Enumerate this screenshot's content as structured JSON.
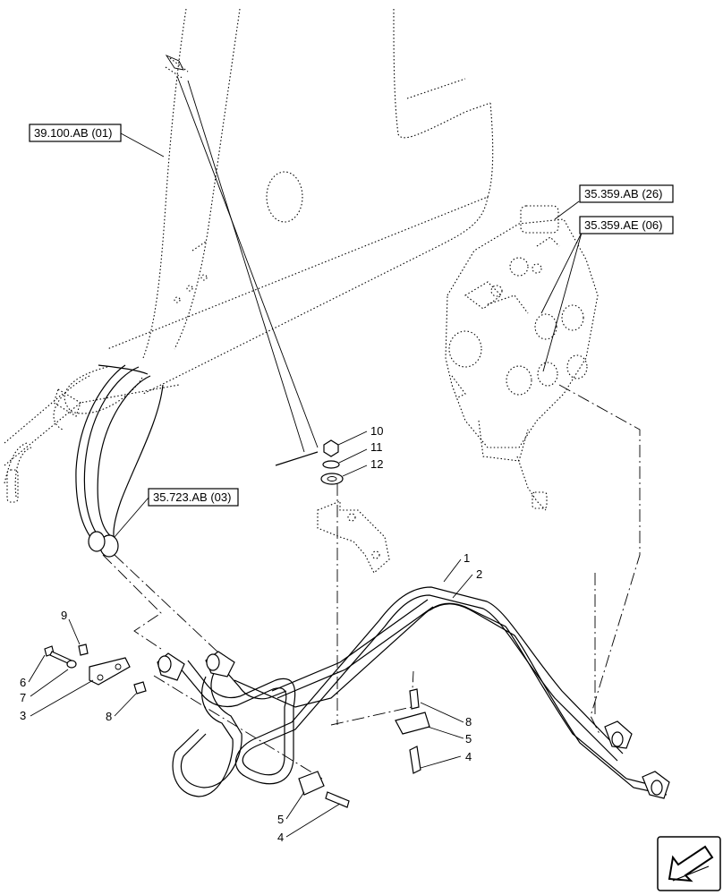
{
  "diagram": {
    "references": [
      {
        "id": "ref-39-100",
        "label": "39.100.AB (01)"
      },
      {
        "id": "ref-35-359-ab",
        "label": "35.359.AB (26)"
      },
      {
        "id": "ref-35-359-ae",
        "label": "35.359.AE (06)"
      },
      {
        "id": "ref-35-723",
        "label": "35.723.AB (03)"
      }
    ],
    "callouts": {
      "c1": "1",
      "c2": "2",
      "c3": "3",
      "c4a": "4",
      "c4b": "4",
      "c5a": "5",
      "c5b": "5",
      "c6": "6",
      "c7": "7",
      "c8a": "8",
      "c8b": "8",
      "c9": "9",
      "c10": "10",
      "c11": "11",
      "c12": "12"
    },
    "nav_icon": "arrow-down-left-icon"
  }
}
